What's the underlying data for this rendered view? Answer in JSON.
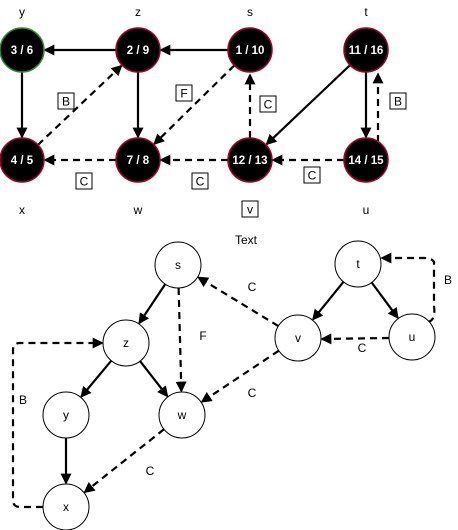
{
  "top_graph": {
    "nodes": [
      {
        "id": "y",
        "label": "3 / 6",
        "name": "y",
        "start": true
      },
      {
        "id": "z",
        "label": "2 / 9",
        "name": "z"
      },
      {
        "id": "s",
        "label": "1 / 10",
        "name": "s"
      },
      {
        "id": "t",
        "label": "11 / 16",
        "name": "t"
      },
      {
        "id": "x",
        "label": "4 / 5",
        "name": "x"
      },
      {
        "id": "w",
        "label": "7 / 8",
        "name": "w"
      },
      {
        "id": "v",
        "label": "12 / 13",
        "name": "v"
      },
      {
        "id": "u",
        "label": "14 / 15",
        "name": "u"
      }
    ],
    "edges": [
      {
        "from": "s",
        "to": "z",
        "style": "solid"
      },
      {
        "from": "z",
        "to": "y",
        "style": "solid"
      },
      {
        "from": "y",
        "to": "x",
        "style": "solid"
      },
      {
        "from": "z",
        "to": "w",
        "style": "solid"
      },
      {
        "from": "t",
        "to": "v",
        "style": "solid"
      },
      {
        "from": "t",
        "to": "u",
        "style": "solid"
      },
      {
        "from": "x",
        "to": "z",
        "style": "dashed",
        "tag": "B"
      },
      {
        "from": "s",
        "to": "w",
        "style": "dashed",
        "tag": "F"
      },
      {
        "from": "v",
        "to": "s",
        "style": "dashed",
        "tag": "C"
      },
      {
        "from": "u",
        "to": "t",
        "style": "dashed",
        "tag": "B"
      },
      {
        "from": "w",
        "to": "x",
        "style": "dashed",
        "tag": "C"
      },
      {
        "from": "v",
        "to": "w",
        "style": "dashed",
        "tag": "C"
      },
      {
        "from": "u",
        "to": "v",
        "style": "dashed",
        "tag": "C"
      }
    ]
  },
  "free_text": "Text",
  "bottom_graph": {
    "nodes": [
      {
        "id": "s",
        "label": "s"
      },
      {
        "id": "t",
        "label": "t"
      },
      {
        "id": "z",
        "label": "z"
      },
      {
        "id": "v",
        "label": "v"
      },
      {
        "id": "u",
        "label": "u"
      },
      {
        "id": "y",
        "label": "y"
      },
      {
        "id": "w",
        "label": "w"
      },
      {
        "id": "x",
        "label": "x"
      }
    ],
    "edges": [
      {
        "from": "s",
        "to": "z",
        "style": "solid"
      },
      {
        "from": "z",
        "to": "y",
        "style": "solid"
      },
      {
        "from": "z",
        "to": "w",
        "style": "solid"
      },
      {
        "from": "y",
        "to": "x",
        "style": "solid"
      },
      {
        "from": "t",
        "to": "v",
        "style": "solid"
      },
      {
        "from": "t",
        "to": "u",
        "style": "solid"
      },
      {
        "from": "s",
        "to": "w",
        "style": "dashed",
        "tag": "F"
      },
      {
        "from": "v",
        "to": "s",
        "style": "dashed",
        "tag": "C"
      },
      {
        "from": "u",
        "to": "t",
        "style": "dashed",
        "tag": "B"
      },
      {
        "from": "u",
        "to": "v",
        "style": "dashed",
        "tag": "C"
      },
      {
        "from": "v",
        "to": "w",
        "style": "dashed",
        "tag": "C"
      },
      {
        "from": "w",
        "to": "x",
        "style": "dashed",
        "tag": "C"
      },
      {
        "from": "x",
        "to": "z",
        "style": "dashed",
        "tag": "B"
      }
    ]
  }
}
